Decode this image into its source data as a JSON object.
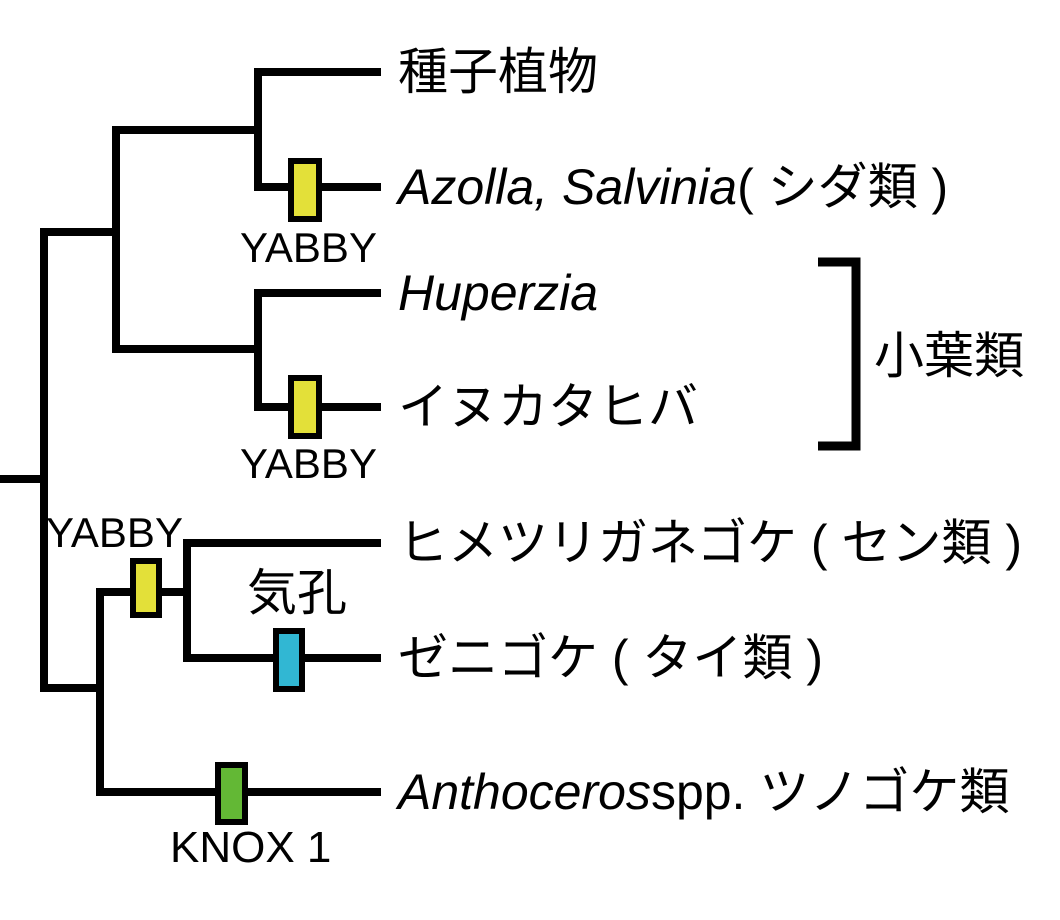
{
  "figure": {
    "background": "#ffffff",
    "line_color": "#000000"
  },
  "taxa": [
    {
      "id": "seed-plants",
      "italic": "",
      "regular": "種子植物"
    },
    {
      "id": "ferns",
      "italic": "Azolla, Salvinia",
      "regular": " ( シダ類 )"
    },
    {
      "id": "huperzia",
      "italic": "Huperzia",
      "regular": ""
    },
    {
      "id": "inukatahiba",
      "italic": "",
      "regular": "イヌカタヒバ"
    },
    {
      "id": "moss",
      "italic": "",
      "regular": "ヒメツリガネゴケ ( セン類 )"
    },
    {
      "id": "liverwort",
      "italic": "",
      "regular": "ゼニゴケ ( タイ類 )"
    },
    {
      "id": "hornwort",
      "italic": "Anthoceros",
      "regular": " spp. ツノゴケ類"
    }
  ],
  "markers": {
    "yabby_fern": {
      "label": "YABBY",
      "color": "#e3e039"
    },
    "yabby_lycophyte": {
      "label": "YABBY",
      "color": "#e3e039"
    },
    "yabby_bryophyte": {
      "label": "YABBY",
      "color": "#e3e039"
    },
    "stomata": {
      "label": "気孔",
      "color": "#31b7d3"
    },
    "knox1": {
      "label": "KNOX 1",
      "color": "#63b835"
    }
  },
  "clade_bracket": {
    "label": "小葉類"
  }
}
